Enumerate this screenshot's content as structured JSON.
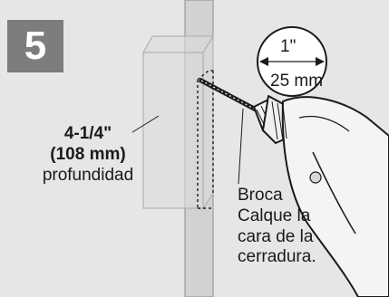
{
  "step": {
    "number": "5"
  },
  "depth": {
    "imperial": "4-1/4\"",
    "metric": "(108 mm)",
    "caption": "profundidad"
  },
  "bit_size": {
    "imperial": "1\"",
    "metric": "25 mm"
  },
  "drill_note": {
    "line1": "Broca",
    "line2": "Calque la",
    "line3": "cara de la",
    "line4": "cerradura."
  },
  "colors": {
    "panel": "#e6e6e6",
    "door_edge": "#d2d2d2",
    "outline": "#1a1a1a",
    "badge": "#7d7d7d",
    "drill_body": "#f4f4f4"
  }
}
